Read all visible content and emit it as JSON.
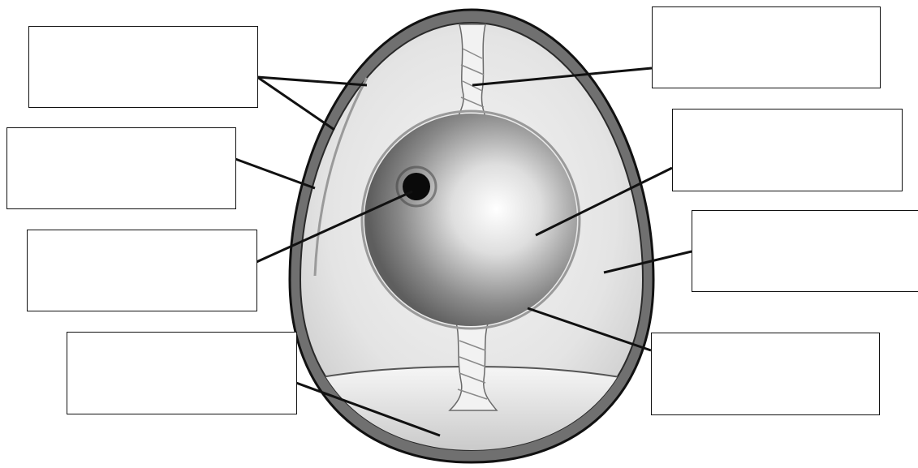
{
  "diagram": {
    "kind": "egg-anatomy-worksheet",
    "colors": {
      "outline": "#111111",
      "shell": "#6f6f6f",
      "albumen": "#e6e6e6",
      "yolk_light": "#ffffff",
      "yolk_dark": "#6a6a6a",
      "germinal_disc": "#0a0a0a",
      "chalaza": "#f2f2f2"
    },
    "labels": [
      {
        "id": "top-left",
        "text": ""
      },
      {
        "id": "mid-left",
        "text": ""
      },
      {
        "id": "lower-left",
        "text": ""
      },
      {
        "id": "bottom-left",
        "text": ""
      },
      {
        "id": "top-right",
        "text": ""
      },
      {
        "id": "upper-right",
        "text": ""
      },
      {
        "id": "mid-right",
        "text": ""
      },
      {
        "id": "lower-right",
        "text": ""
      }
    ]
  }
}
